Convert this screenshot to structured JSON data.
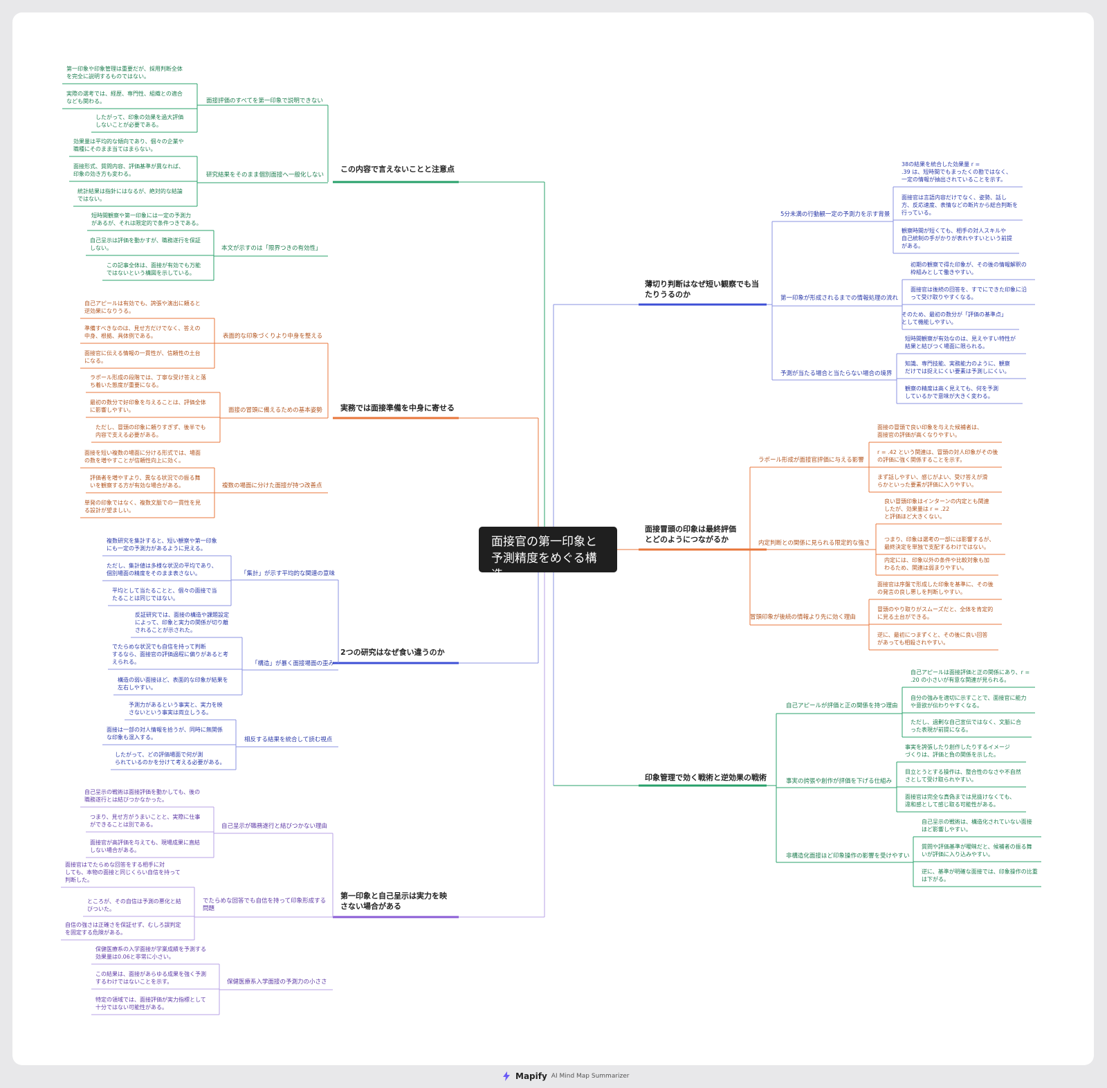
{
  "center": "面接官の第一印象と\n予測精度をめぐる構造",
  "colors": {
    "green": "#27a06a",
    "orange": "#e8763a",
    "blue": "#3d4fd6",
    "purple": "#8a5cd6",
    "green_text": "#1d7d4f",
    "orange_text": "#b2551f",
    "blue_text": "#2b3aa8",
    "purple_text": "#5e3aa6",
    "blue_line": "#8892e0",
    "purple_line": "#b7a0e6"
  },
  "left_branches": [
    {
      "title": "この内容で言えないことと注意点",
      "color": "green",
      "subs": [
        {
          "label": "面接評価のすべてを第一印象で説明できない",
          "leaves": [
            "第一印象や印象管理は重要だが、採用判断全体\nを完全に説明するものではない。",
            "実際の選考では、経歴、専門性、組織との適合\nなども関わる。",
            "したがって、印象の効果を過大評価\nしないことが必要である。"
          ]
        },
        {
          "label": "研究結果をそのまま個別面接へ一般化しない",
          "leaves": [
            "効果量は平均的な傾向であり、個々の企業や\n職種にそのまま当てはまらない。",
            "面接形式、質問内容、評価基準が異なれば、\n印象の効き方も変わる。",
            "統計結果は指針にはなるが、絶対的な結論\nではない。"
          ]
        },
        {
          "label": "本文が示すのは「限界つきの有効性」",
          "leaves": [
            "短時間観察や第一印象には一定の予測力\nがあるが、それは限定的で条件つきである。",
            "自己呈示は評価を動かすが、職務遂行を保証\nしない。",
            "この記事全体は、面接が有効でも万能\nではないという構図を示している。"
          ]
        }
      ]
    },
    {
      "title": "実務では面接準備を中身に寄せる",
      "color": "orange",
      "subs": [
        {
          "label": "表面的な印象づくりより中身を整える",
          "leaves": [
            "自己アピールは有効でも、誇張や演出に頼ると\n逆効果になりうる。",
            "準備すべきなのは、見せ方だけでなく、答えの\n中身、根拠、具体例である。",
            "面接官に伝える情報の一貫性が、信頼性の土台\nになる。"
          ]
        },
        {
          "label": "面接の冒頭に備えるための基本姿勢",
          "leaves": [
            "ラポール形成の段階では、丁寧な受け答えと落\nち着いた態度が重要になる。",
            "最初の数分で好印象を与えることは、評価全体\nに影響しやすい。",
            "ただし、冒頭の印象に頼りすぎず、後半でも\n内容で支える必要がある。"
          ]
        },
        {
          "label": "複数の場面に分けた面接が持つ改善点",
          "leaves": [
            "面接を短い複数の場面に分ける形式では、場面\nの数を増やすことが信頼性向上に効く。",
            "評価者を増やすより、異なる状況での振る舞\nいを観察する方が有効な場合がある。",
            "単発の印象ではなく、複数文脈での一貫性を見\nる設計が望ましい。"
          ]
        }
      ]
    },
    {
      "title": "2つの研究はなぜ食い違うのか",
      "color": "blue",
      "subs": [
        {
          "label": "「集計」が示す平均的な関連の意味",
          "leaves": [
            "複数研究を集計すると、短い観察や第一印象\nにも一定の予測力があるように見える。",
            "ただし、集計値は多様な状況の平均であり、\n個別場面の精度をそのまま表さない。",
            "平均として当たることと、個々の面接で当\nたることは同じではない。"
          ]
        },
        {
          "label": "「構造」が暴く面接場面の歪み",
          "leaves": [
            "反証研究では、面接の構造や課題設定\nによって、印象と実力の関係が切り離\nされることが示された。",
            "でたらめな状況でも自信を持って判断\nするなら、面接官の評価過程に偏りがあると考\nえられる。",
            "構造の弱い面接ほど、表面的な印象が結果を\n左右しやすい。"
          ]
        },
        {
          "label": "相反する結果を統合して読む視点",
          "leaves": [
            "予測力があるという事実と、実力を映\nさないという事実は両立しうる。",
            "面接は一部の対人情報を拾うが、同時に無関係\nな印象も混入する。",
            "したがって、どの評価場面で何が測\nられているのかを分けて考える必要がある。"
          ]
        }
      ]
    },
    {
      "title": "第一印象と自己呈示は実力を映\nさない場合がある",
      "color": "purple",
      "subs": [
        {
          "label": "自己呈示が職務遂行と結びつかない理由",
          "leaves": [
            "自己呈示の戦術は面接評価を動かしても、後の\n職務遂行とは結びつかなかった。",
            "つまり、見せ方がうまいことと、実際に仕事\nができることは別である。",
            "面接官が高評価を与えても、現場成果に直結\nしない場合がある。"
          ]
        },
        {
          "label": "でたらめな回答でも自信を持って印象形成する\n問題",
          "leaves": [
            "面接官はでたらめな回答をする相手に対\nしても、本物の面接と同じくらい自信を持って\n判断した。",
            "ところが、その自信は予測の悪化と結\nびついた。",
            "自信の強さは正確さを保証せず、むしろ誤判定\nを固定する危険がある。"
          ]
        },
        {
          "label": "保健医療系入学面接の予測力の小ささ",
          "leaves": [
            "保健医療系の入学面接が学業成績を予測する\n効果量は0.06と非常に小さい。",
            "この結果は、面接があらゆる成果を強く予測\nするわけではないことを示す。",
            "特定の領域では、面接評価が実力指標として\n十分ではない可能性がある。"
          ]
        }
      ]
    }
  ],
  "right_branches": [
    {
      "title": "薄切り判断はなぜ短い観察でも当\nたりうるのか",
      "color": "blue",
      "subs": [
        {
          "label": "5分未満の行動観一定の予測力を示す背景",
          "leaves": [
            "38の結果を統合した効果量 r =\n.39 は、短時間でもまったくの勘ではなく、\n一定の情報が抽出されていることを示す。",
            "面接官は言語内容だけでなく、姿勢、話し\n方、反応速度、表情などの断片から総合判断を\n行っている。",
            "観察時間が短くても、相手の対人スキルや\n自己統制の手がかりが表れやすいという前提\nがある。"
          ]
        },
        {
          "label": "第一印象が形成されるまでの情報処理の流れ",
          "leaves": [
            "初期の観察で得た印象が、その後の情報解釈の\n枠組みとして働きやすい。",
            "面接官は後続の回答を、すでにできた印象に沿\nって受け取りやすくなる。",
            "そのため、最初の数分が「評価の基準点」\nとして機能しやすい。"
          ]
        },
        {
          "label": "予測が当たる場合と当たらない場合の境界",
          "leaves": [
            "短時間観察が有効なのは、見えやすい特性が\n結果と結びつく場面に限られる。",
            "知識、専門技能、実務能力のように、観察\nだけでは捉えにくい要素は予測しにくい。",
            "観察の精度は高く見えても、何を予測\nしているかで意味が大きく変わる。"
          ]
        }
      ]
    },
    {
      "title": "面接冒頭の印象は最終評価\nとどのようにつながるか",
      "color": "orange",
      "subs": [
        {
          "label": "ラポール形成が面接官評価に与える影響",
          "leaves": [
            "面接の冒頭で良い印象を与えた候補者は、\n面接官の評価が高くなりやすい。",
            "r = .42 という関連は、冒頭の対人印象がその後\nの評価に強く関係することを示す。",
            "まず話しやすい、感じがよい、受け答えが滑\nらかといった要素が評価に入りやすい。"
          ]
        },
        {
          "label": "内定判断との関係に見られる限定的な強さ",
          "leaves": [
            "良い冒頭印象はインターンの内定とも関連\nしたが、効果量は r = .22\nと評価ほど大きくない。",
            "つまり、印象は選考の一部には影響するが、\n最終決定を単独で支配するわけではない。",
            "内定には、印象以外の条件や比較対象も加\nわるため、関連は弱まりやすい。"
          ]
        },
        {
          "label": "冒頭印象が後続の情報より先に効く理由",
          "leaves": [
            "面接官は序盤で形成した印象を基準に、その後\nの発言の良し悪しを判断しやすい。",
            "冒頭のやり取りがスムーズだと、全体を肯定的\nに見る土台ができる。",
            "逆に、最初につまずくと、その後に良い回答\nがあっても相殺されやすい。"
          ]
        }
      ]
    },
    {
      "title": "印象管理で効く戦術と逆効果の戦術",
      "color": "green",
      "subs": [
        {
          "label": "自己アピールが評価と正の関係を持つ理由",
          "leaves": [
            "自己アピールは面接評価と正の関係にあり、r =\n.20 の小さいが有意な関連が見られる。",
            "自分の強みを適切に示すことで、面接官に能力\nや意欲が伝わりやすくなる。",
            "ただし、過剰な自己宣伝ではなく、文脈に合\nった表現が前提になる。"
          ]
        },
        {
          "label": "事実の誇張や創作が評価を下げる仕組み",
          "leaves": [
            "事実を誇張したり創作したりするイメージ\nづくりは、評価と負の関係を示した。",
            "目立とうとする操作は、整合性のなさや不自然\nさとして受け取られやすい。",
            "面接官は完全な真偽までは見抜けなくても、\n違和感として感じ取る可能性がある。"
          ]
        },
        {
          "label": "非構造化面接ほど印象操作の影響を受けやすい",
          "leaves": [
            "自己呈示の戦術は、構造化されていない面接\nほど影響しやすい。",
            "質問や評価基準が曖昧だと、候補者の振る舞\nいが評価に入り込みやすい。",
            "逆に、基準が明確な面接では、印象操作の比重\nは下がる。"
          ]
        }
      ]
    }
  ],
  "footer": {
    "brand": "Mapify",
    "tagline": "AI Mind Map Summarizer"
  }
}
